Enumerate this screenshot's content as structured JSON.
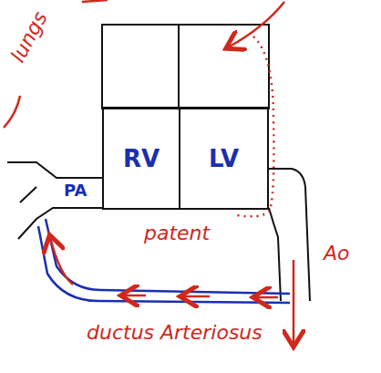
{
  "diagram": {
    "nodes": [
      {
        "text": [
          "RV"
        ]
      },
      {
        "text": [
          "LV"
        ]
      }
    ],
    "labels": [
      "lungs",
      "PA",
      "patent",
      "Ao",
      "ductus Arteriosus"
    ]
  }
}
